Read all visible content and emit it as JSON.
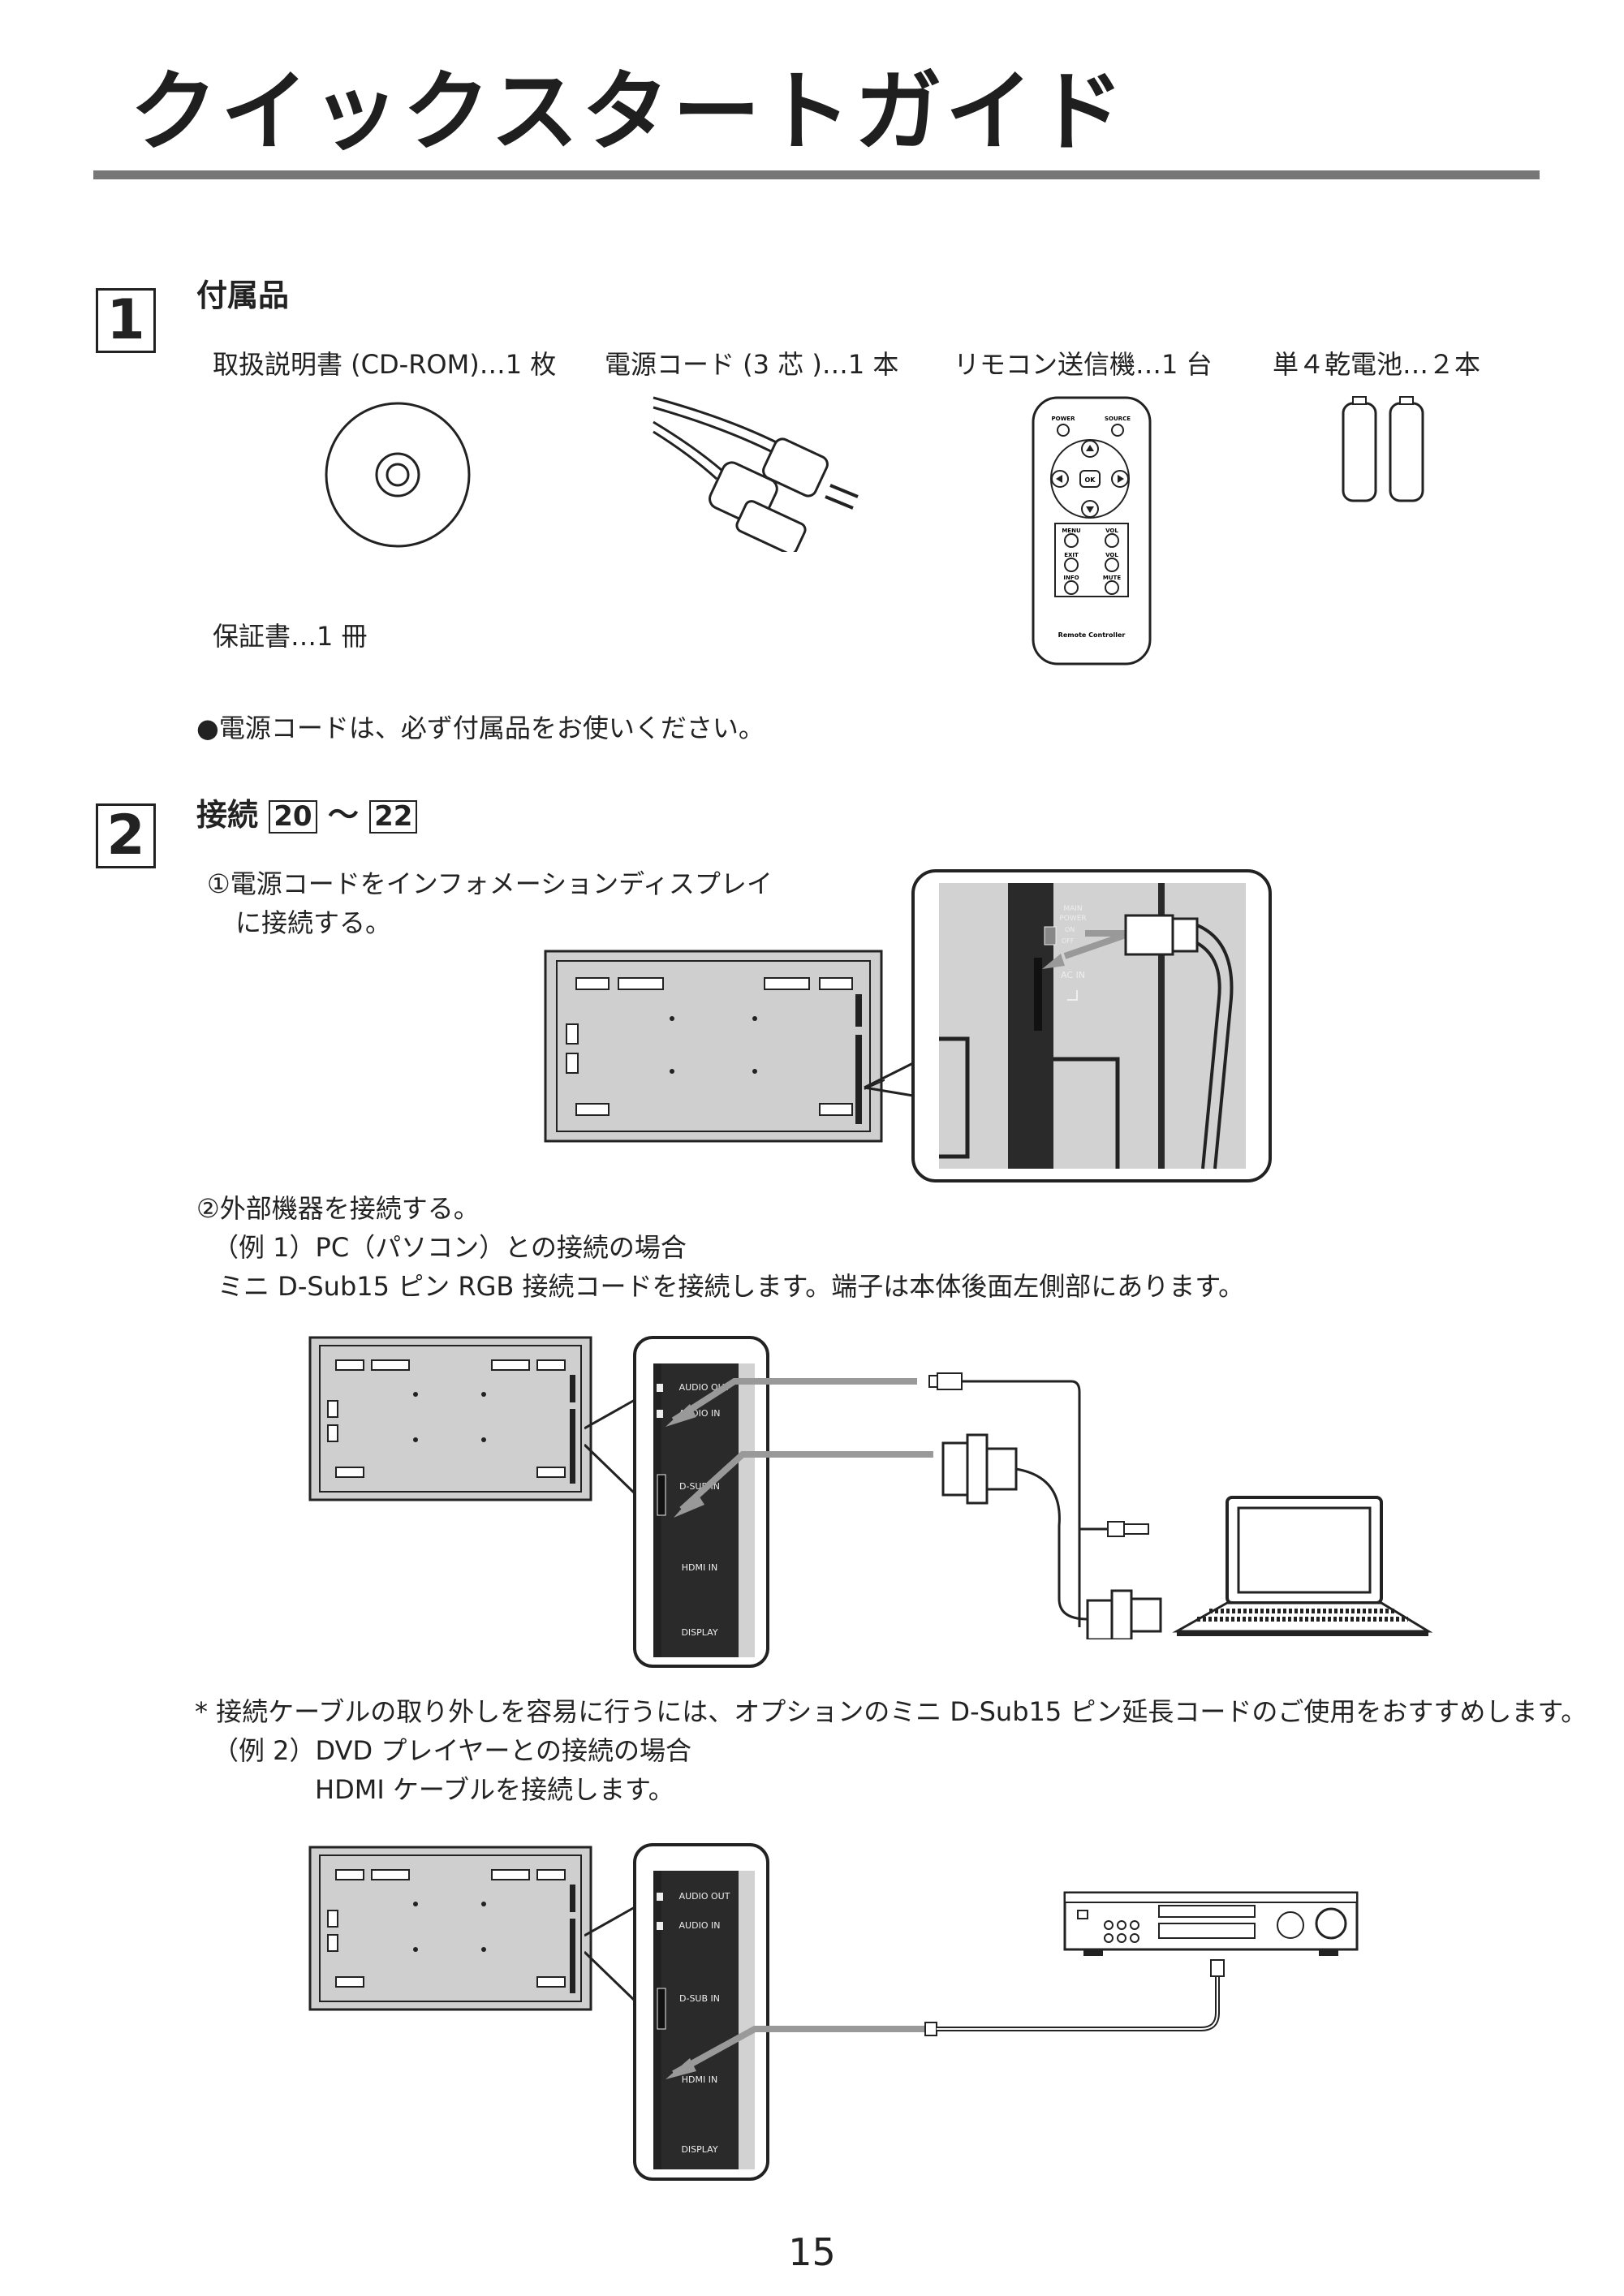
{
  "page": {
    "title": "クイックスタートガイド",
    "page_number": "15"
  },
  "step1": {
    "number": "1",
    "heading": "付属品",
    "items": [
      "取扱説明書 (CD-ROM)…1 枚",
      "電源コード (3 芯 )…1 本",
      "リモコン送信機…1 台",
      "単４乾電池…２本"
    ],
    "warranty": "保証書…1 冊",
    "note": "●電源コードは、必ず付属品をお使いください。",
    "remote_labels": {
      "power": "POWER",
      "source": "SOURCE",
      "ok": "OK",
      "menu": "MENU",
      "vol": "VOL",
      "exit": "EXIT",
      "info": "INFO",
      "mute": "MUTE",
      "name": "Remote Controller"
    }
  },
  "step2": {
    "number": "2",
    "heading": "接続",
    "ref_start": "20",
    "ref_sep": "～",
    "ref_end": "22",
    "sub1_line1": "①電源コードをインフォメーションディスプレイ",
    "sub1_line2": "に接続する。",
    "sub2_line1": "②外部機器を接続する。",
    "ex1_line1": "（例 1）PC（パソコン）との接続の場合",
    "ex1_line2": "ミニ D-Sub15 ピン RGB 接続コードを接続します。端子は本体後面左側部にあります。",
    "footnote": "* 接続ケーブルの取り外しを容易に行うには、オプションのミニ D-Sub15 ピン延長コードのご使用をおすすめします。",
    "ex2_line1": "（例 2）DVD プレイヤーとの接続の場合",
    "ex2_line2": "HDMI ケーブルを接続します。",
    "ac_labels": {
      "main_power_1": "MAIN",
      "main_power_2": "POWER",
      "on": "ON",
      "off": "OFF",
      "ac_in": "AC IN"
    },
    "port_labels": {
      "audio_out": "AUDIO OUT",
      "audio_in": "AUDIO IN",
      "dsub_in": "D-SUB IN",
      "hdmi_in": "HDMI IN",
      "display": "DISPLAY"
    }
  }
}
